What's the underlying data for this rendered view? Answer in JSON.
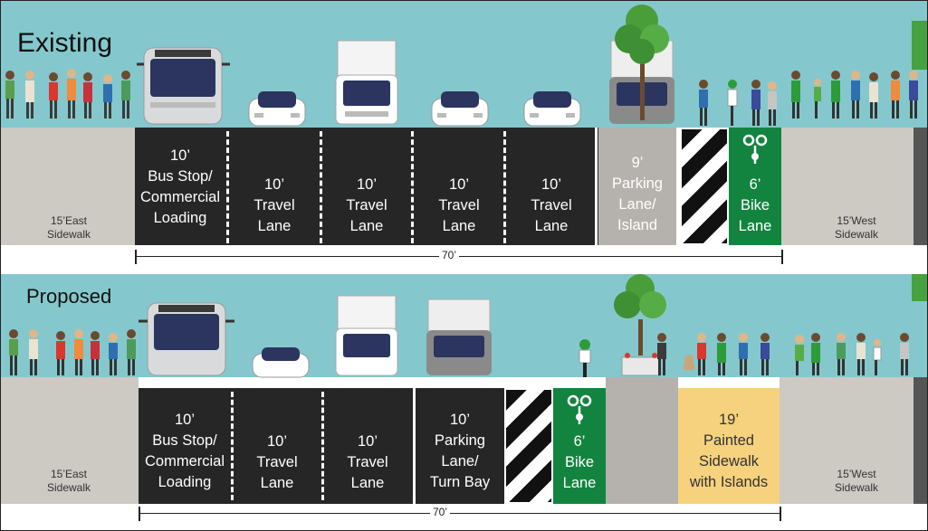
{
  "existing": {
    "title": "Existing",
    "east_sidewalk": "15’East\nSidewalk",
    "west_sidewalk": "15’West\nSidewalk",
    "lanes": {
      "bus": "10’\nBus Stop/\nCommercial\nLoading",
      "travel1": "10’\nTravel\nLane",
      "travel2": "10’\nTravel\nLane",
      "travel3": "10’\nTravel\nLane",
      "travel4": "10’\nTravel\nLane",
      "parking": "9’\nParking\nLane/\nIsland",
      "bike": "6’\nBike\nLane"
    },
    "total_width": "70’"
  },
  "proposed": {
    "title": "Proposed",
    "east_sidewalk": "15’East\nSidewalk",
    "west_sidewalk": "15’West\nSidewalk",
    "lanes": {
      "bus": "10’\nBus Stop/\nCommercial\nLoading",
      "travel1": "10’\nTravel\nLane",
      "travel2": "10’\nTravel\nLane",
      "parking": "10’\nParking\nLane/\nTurn Bay",
      "bike": "6’\nBike\nLane",
      "painted": "19’\nPainted\nSidewalk\nwith Islands"
    },
    "total_width": "70’"
  },
  "colors": {
    "sky": "#84c8cd",
    "road": "#262626",
    "sidewalk": "#cdc9c3",
    "bike_lane": "#12843f",
    "painted_sidewalk": "#f6d27e",
    "island": "#b5b2ad"
  }
}
